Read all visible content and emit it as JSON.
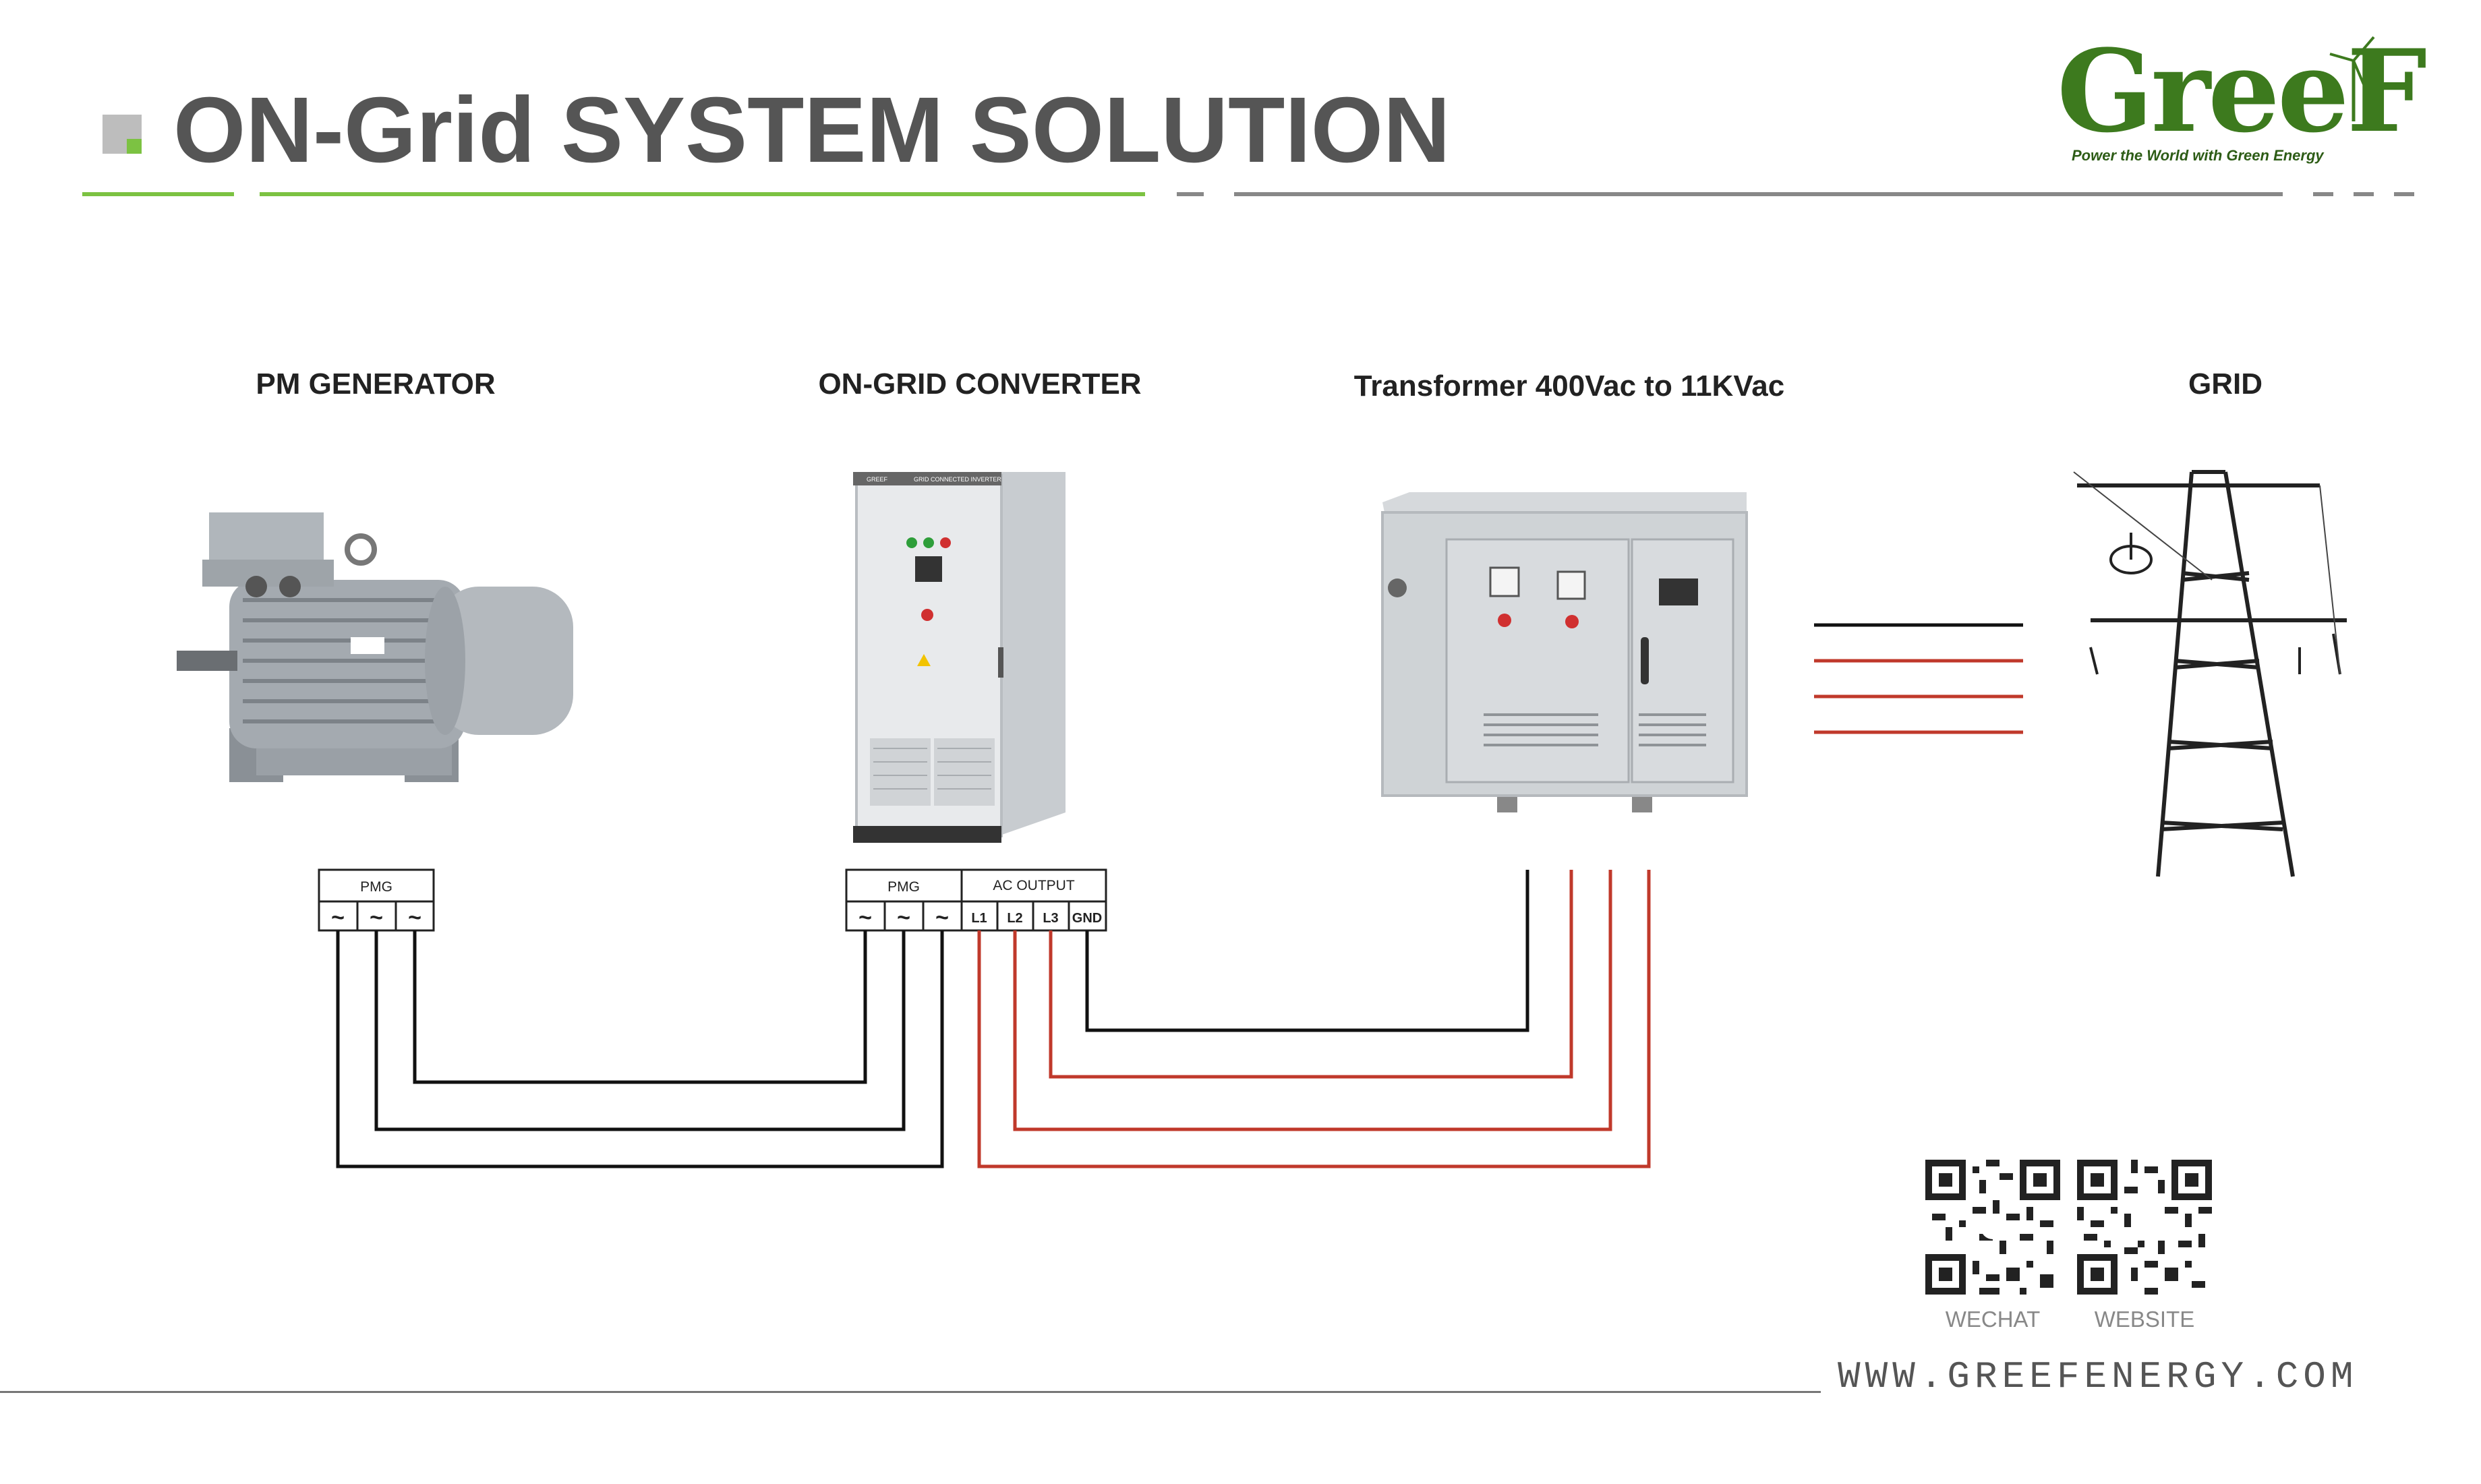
{
  "header": {
    "title": "ON-Grid SYSTEM SOLUTION"
  },
  "logo": {
    "text": "GreeF",
    "tagline": "Power the World with Green Energy"
  },
  "nodes": {
    "generator": {
      "label": "PM GENERATOR"
    },
    "converter": {
      "label": "ON-GRID CONVERTER"
    },
    "transformer": {
      "label": "Transformer 400Vac to 11KVac"
    },
    "grid": {
      "label": "GRID"
    }
  },
  "converter_panel": {
    "brand": "GREEF",
    "model": "GRID CONNECTED INVERTER"
  },
  "terminals": {
    "generator": {
      "header": "PMG",
      "symbols": [
        "~",
        "~",
        "~"
      ]
    },
    "converter": {
      "pmg_header": "PMG",
      "ac_header": "AC OUTPUT",
      "pmg_symbols": [
        "~",
        "~",
        "~"
      ],
      "ac_labels": [
        "L1",
        "L2",
        "L3",
        "GND"
      ]
    }
  },
  "qr_codes": [
    {
      "label": "WECHAT"
    },
    {
      "label": "WEBSITE"
    }
  ],
  "footer": {
    "website": "WWW.GREEFENERGY.COM"
  },
  "colors": {
    "title_gray": "#555555",
    "accent_green": "#7cc242",
    "phase_red": "#c0392b",
    "neutral_black": "#111111",
    "equipment_gray": "#c9cdd0"
  }
}
